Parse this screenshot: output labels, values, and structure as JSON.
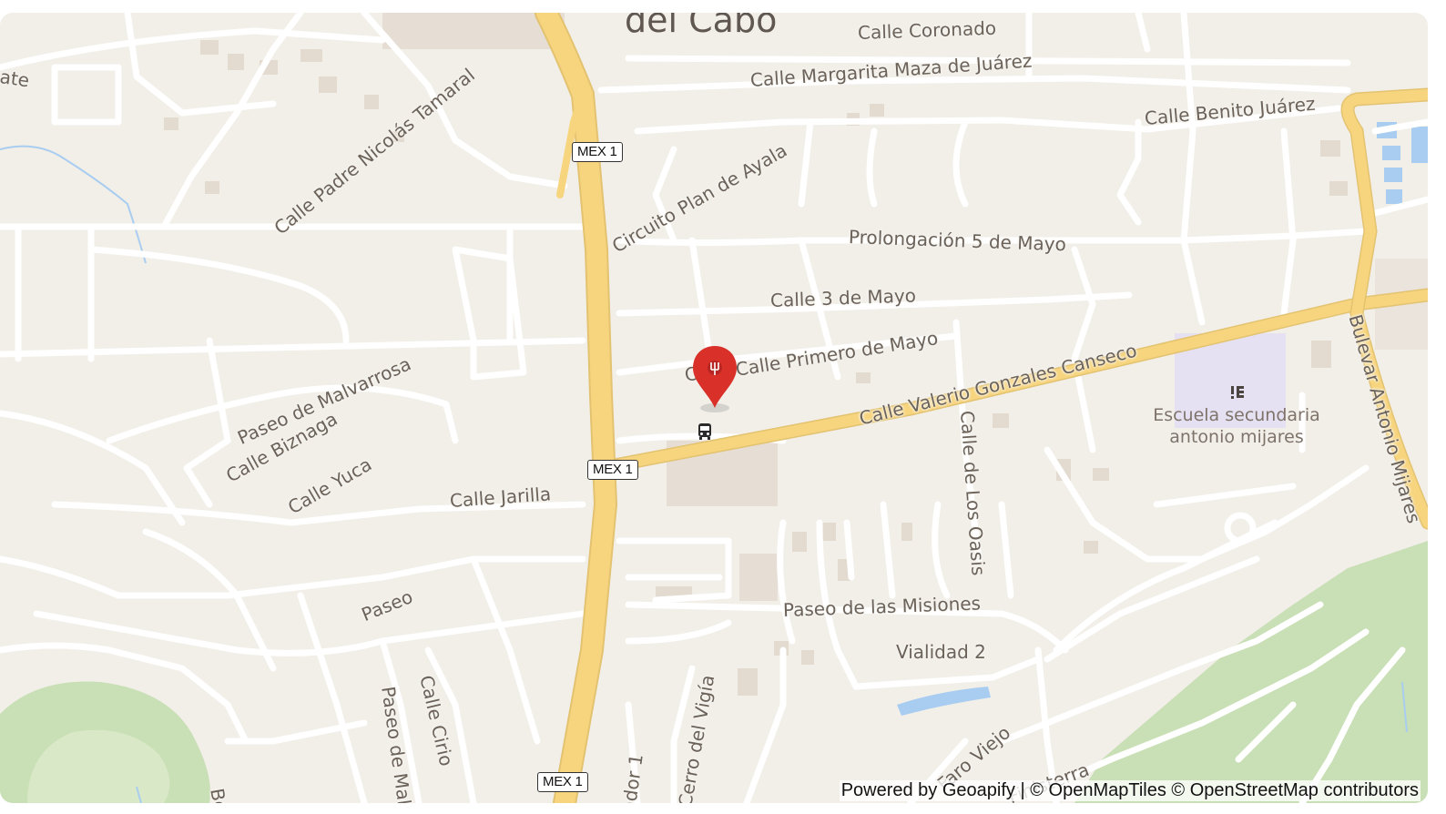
{
  "map": {
    "place_title": "del Cabo",
    "streets": [
      "Calle Coronado",
      "Calle Margarita Maza de Juárez",
      "Calle Benito Juárez",
      "Calle Padre Nicolás Tamaral",
      "Circuito Plan de Ayala",
      "Prolongación 5 de Mayo",
      "Calle 3 de Mayo",
      "Calle Primero de Mayo",
      "Calle Valerio Gonzales Canseco",
      "Paseo de Malvarrosa",
      "Calle Biznaga",
      "Calle Yuca",
      "Calle Jarilla",
      "Paseo",
      "Calle de Los Oasis",
      "Bulevar Antonio Mijares",
      "Paseo de las Misiones",
      "Vialidad 2",
      "Faro Viejo",
      "Finisterra",
      "Cerro del Vigía",
      "Calle Cirio",
      "Paseo de Mal",
      "ador 1",
      "ate",
      "Bo",
      "C"
    ],
    "highway_shield": "MEX 1",
    "poi": {
      "name": "Escuela secundaria antonio mijares",
      "line1": "Escuela secundaria",
      "line2": "antonio mijares",
      "icon": "school-icon"
    },
    "marker": {
      "icon": "map-pin-icon",
      "color": "#d9302a"
    },
    "bus_stop_icon": "bus-stop-icon",
    "colors": {
      "land": "#f2efe9",
      "road": "#ffffff",
      "highway": "#f7d57e",
      "park": "#c9dfb5",
      "school_area": "#e6e1f2",
      "water": "#a9cdf0"
    }
  },
  "attribution": {
    "powered_by": "Powered by",
    "provider": "Geoapify",
    "separator": " | © ",
    "tiles": "OpenMapTiles",
    "copy2": " © ",
    "osm": "OpenStreetMap",
    "contributors": " contributors"
  }
}
